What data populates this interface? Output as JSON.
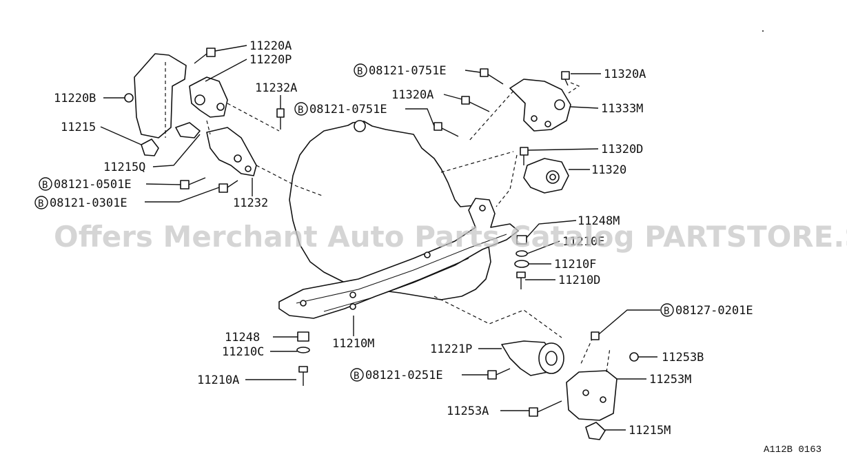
{
  "diagram": {
    "drawing_code": "A112B 0163",
    "watermark": "Offers Merchant Auto Parts Catalog PARTSTORE.SA",
    "callouts": {
      "p11220A": "11220A",
      "p11220P": "11220P",
      "p11232A": "11232A",
      "p11220B": "11220B",
      "p11215": "11215",
      "p11215Q": "11215Q",
      "b08121_0501E": "08121-0501E",
      "b08121_0301E": "08121-0301E",
      "p11232": "11232",
      "b08121_0751E_a": "08121-0751E",
      "p11320A_a": "11320A",
      "p11320A_b": "11320A",
      "b08121_0751E_b": "08121-0751E",
      "p11333M": "11333M",
      "p11320D": "11320D",
      "p11320": "11320",
      "p11248M": "11248M",
      "p11210E": "11210E",
      "p11210F": "11210F",
      "p11210D": "11210D",
      "b08127_0201E": "08127-0201E",
      "p11248": "11248",
      "p11210M": "11210M",
      "p11210C": "11210C",
      "p11210A": "11210A",
      "p11221P": "11221P",
      "b08121_0251E": "08121-0251E",
      "p11253B": "11253B",
      "p11253M": "11253M",
      "p11253A": "11253A",
      "p11215M": "11215M"
    },
    "bolt_symbol": "B"
  }
}
